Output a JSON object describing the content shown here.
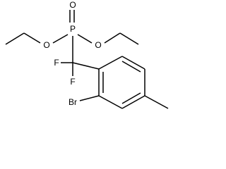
{
  "molecule": {
    "atoms": {
      "phosphorus": "P",
      "oxygen_double": "O",
      "oxygen_left": "O",
      "oxygen_right": "O",
      "fluorine_left": "F",
      "fluorine_bottom": "F",
      "bromine": "Br"
    }
  },
  "colors": {
    "bond": "#000000",
    "label": "#000000",
    "background": "#ffffff"
  }
}
